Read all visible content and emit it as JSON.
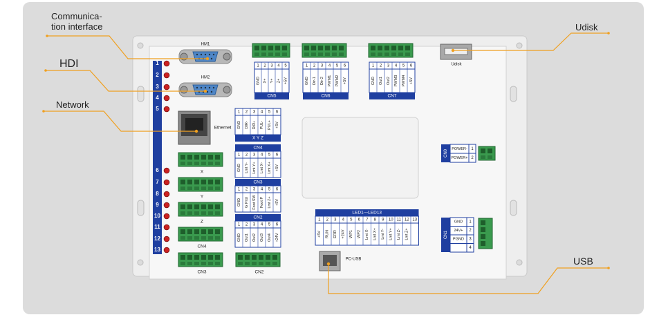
{
  "callouts": {
    "communication": {
      "line1": "Communica-",
      "line2": "tion interface"
    },
    "hdi": "HDI",
    "network": "Network",
    "udisk": "Udisk",
    "usb": "USB"
  },
  "board": {
    "hm1": "HM1",
    "hm2": "HM2",
    "ethernet": "Ethernet",
    "udisk": "Udisk",
    "pc_usb": "PC-USB",
    "led_numbers": [
      "1",
      "2",
      "3",
      "4",
      "5",
      "6",
      "7",
      "8",
      "9",
      "10",
      "11",
      "12",
      "13"
    ],
    "axis_labels": [
      "X",
      "Y",
      "Z",
      "CN4",
      "CN3"
    ],
    "cn2": "CN2",
    "xyz": "X  Y  Z",
    "cn5": {
      "title": "CN5",
      "nums": [
        "1",
        "2",
        "3",
        "4",
        "5"
      ],
      "pins": [
        "GND",
        "X+",
        "Y+",
        "Z+",
        "+5V"
      ]
    },
    "cn6": {
      "title": "CN6",
      "nums": [
        "1",
        "2",
        "3",
        "4",
        "5",
        "6"
      ],
      "pins": [
        "GND",
        "Dir-1",
        "Dir-2",
        "PWM1",
        "PWM2",
        "+5V"
      ]
    },
    "cn7": {
      "title": "CN7",
      "nums": [
        "1",
        "2",
        "3",
        "4",
        "5",
        "6"
      ],
      "pins": [
        "GND",
        "Out1",
        "Out2",
        "PWM3",
        "PWM4",
        "+5V"
      ]
    },
    "table_a": {
      "nums": [
        "1",
        "2",
        "3",
        "4",
        "5",
        "6"
      ],
      "pins": [
        "GND",
        "DIR-",
        "DIR+",
        "PUL-",
        "PUL+",
        "+5V"
      ]
    },
    "cn4": {
      "title": "CN4",
      "nums": [
        "1",
        "2",
        "3",
        "4",
        "5",
        "6"
      ],
      "pins": [
        "GND",
        "Lmt Y-",
        "Lmt Y+",
        "Lmt X-",
        "Lmt X+",
        "+5V"
      ]
    },
    "cn3": {
      "title": "CN3",
      "nums": [
        "1",
        "2",
        "3",
        "4",
        "5",
        "6"
      ],
      "pins": [
        "GND",
        "G Prot",
        "Foot SW",
        "Foot P",
        "Lmt Z+",
        "+5V"
      ]
    },
    "cn2t": {
      "title": "CN2",
      "nums": [
        "1",
        "2",
        "3",
        "4",
        "5",
        "6"
      ],
      "pins": [
        "GND",
        "Out1",
        "Out2",
        "Out3",
        "Out4",
        "+24V"
      ]
    },
    "led_table": {
      "title": "LED1---LED13",
      "nums": [
        "1",
        "2",
        "3",
        "4",
        "5",
        "6",
        "7",
        "8",
        "9",
        "10",
        "11",
        "12",
        "13"
      ],
      "pins": [
        "+5V",
        "RUN",
        "ERR",
        "+24V",
        "WP1",
        "WP2",
        "Lmt X-",
        "Lmt X+",
        "Lmt Y-",
        "Lmt Y+",
        "Lmt Z-",
        "Lmt Z+",
        ""
      ]
    },
    "cn0": {
      "title": "CN0",
      "rows": [
        {
          "label": "POWER-",
          "num": "1"
        },
        {
          "label": "POWER+",
          "num": "2"
        }
      ]
    },
    "cn1": {
      "title": "CN1",
      "rows": [
        {
          "label": "GND",
          "num": "1"
        },
        {
          "label": "24V+",
          "num": "2"
        },
        {
          "label": "PGND",
          "num": "3"
        },
        {
          "label": "",
          "num": "4"
        }
      ]
    }
  },
  "colors": {
    "card": "#dcdcdc",
    "panel": "#f7f7f7",
    "label_blue": "#1f3fa0",
    "terminal_green": "#3a9a4e",
    "callout_line": "#f0a020",
    "led_red": "#cc2222",
    "connector_blue": "#4f86c6"
  }
}
